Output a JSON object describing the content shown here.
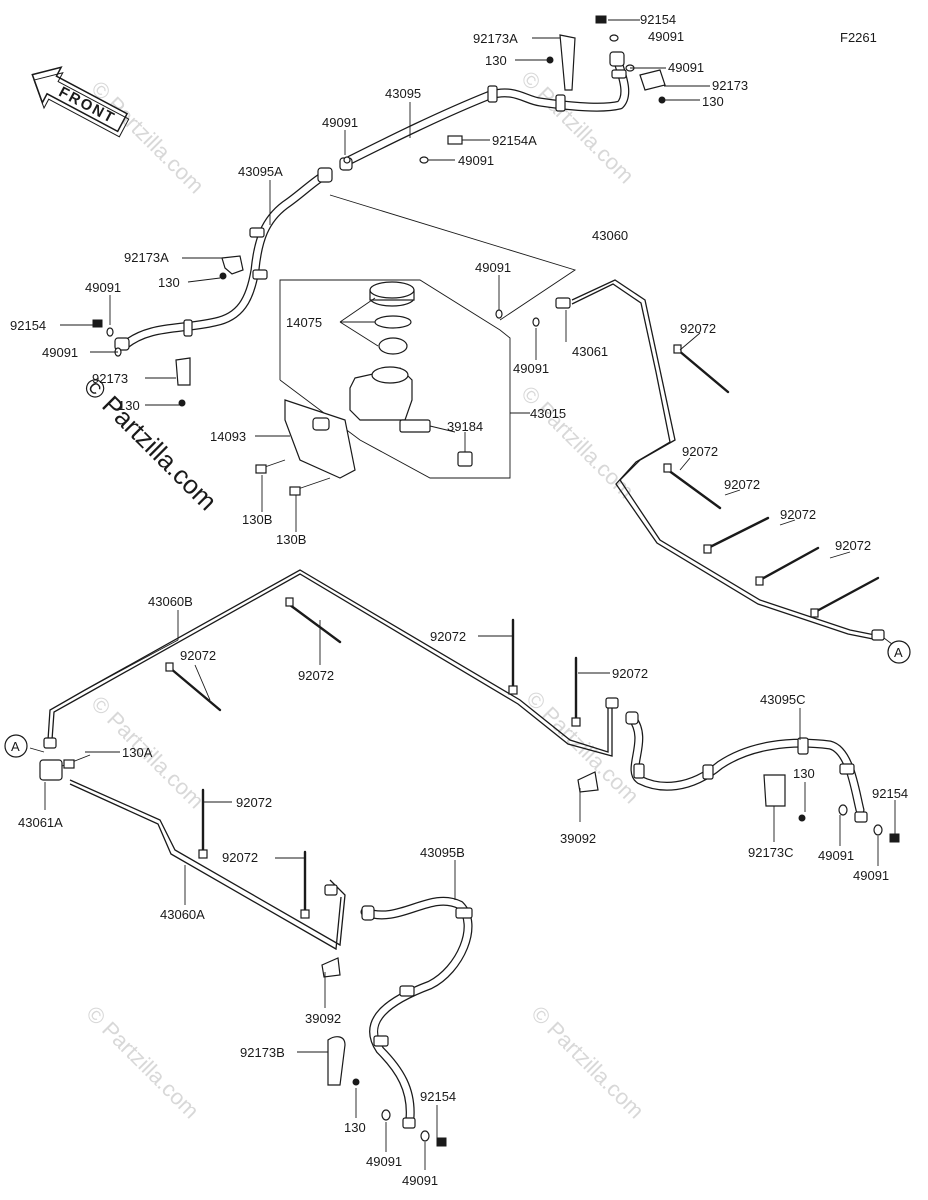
{
  "diagram_code": "F2261",
  "front_arrow_label": "FRONT",
  "watermarks": [
    "© Partzilla.com"
  ],
  "callouts": [
    {
      "id": "c01",
      "text": "92154"
    },
    {
      "id": "c02",
      "text": "92173A"
    },
    {
      "id": "c03",
      "text": "49091"
    },
    {
      "id": "c04",
      "text": "130"
    },
    {
      "id": "c05",
      "text": "49091"
    },
    {
      "id": "c06",
      "text": "92173"
    },
    {
      "id": "c07",
      "text": "130"
    },
    {
      "id": "c08",
      "text": "43095"
    },
    {
      "id": "c09",
      "text": "49091"
    },
    {
      "id": "c10",
      "text": "92154A"
    },
    {
      "id": "c11",
      "text": "49091"
    },
    {
      "id": "c12",
      "text": "43095A"
    },
    {
      "id": "c13",
      "text": "92173A"
    },
    {
      "id": "c14",
      "text": "130"
    },
    {
      "id": "c15",
      "text": "49091"
    },
    {
      "id": "c16",
      "text": "92154"
    },
    {
      "id": "c17",
      "text": "49091"
    },
    {
      "id": "c18",
      "text": "92173"
    },
    {
      "id": "c19",
      "text": "130"
    },
    {
      "id": "c20",
      "text": "43060"
    },
    {
      "id": "c21",
      "text": "49091"
    },
    {
      "id": "c22",
      "text": "14075"
    },
    {
      "id": "c23",
      "text": "43061"
    },
    {
      "id": "c24",
      "text": "49091"
    },
    {
      "id": "c25",
      "text": "92072"
    },
    {
      "id": "c26",
      "text": "39184"
    },
    {
      "id": "c27",
      "text": "43015"
    },
    {
      "id": "c28",
      "text": "14093"
    },
    {
      "id": "c29",
      "text": "92072"
    },
    {
      "id": "c30",
      "text": "92072"
    },
    {
      "id": "c31",
      "text": "92072"
    },
    {
      "id": "c32",
      "text": "92072"
    },
    {
      "id": "c33",
      "text": "130B"
    },
    {
      "id": "c34",
      "text": "130B"
    },
    {
      "id": "c35",
      "text": "43060B"
    },
    {
      "id": "c36",
      "text": "92072"
    },
    {
      "id": "c37",
      "text": "92072"
    },
    {
      "id": "c38",
      "text": "92072"
    },
    {
      "id": "c39",
      "text": "92072"
    },
    {
      "id": "c40",
      "text": "43095C"
    },
    {
      "id": "c41",
      "text": "130A"
    },
    {
      "id": "c42",
      "text": "130"
    },
    {
      "id": "c43",
      "text": "92154"
    },
    {
      "id": "c44",
      "text": "92072"
    },
    {
      "id": "c45",
      "text": "43061A"
    },
    {
      "id": "c46",
      "text": "39092"
    },
    {
      "id": "c47",
      "text": "92173C"
    },
    {
      "id": "c48",
      "text": "49091"
    },
    {
      "id": "c49",
      "text": "49091"
    },
    {
      "id": "c50",
      "text": "92072"
    },
    {
      "id": "c51",
      "text": "43095B"
    },
    {
      "id": "c52",
      "text": "43060A"
    },
    {
      "id": "c53",
      "text": "39092"
    },
    {
      "id": "c54",
      "text": "92173B"
    },
    {
      "id": "c55",
      "text": "92154"
    },
    {
      "id": "c56",
      "text": "130"
    },
    {
      "id": "c57",
      "text": "49091"
    },
    {
      "id": "c58",
      "text": "49091"
    }
  ],
  "connectors": [
    {
      "id": "conn-top",
      "text": "A"
    },
    {
      "id": "conn-left",
      "text": "A"
    }
  ]
}
